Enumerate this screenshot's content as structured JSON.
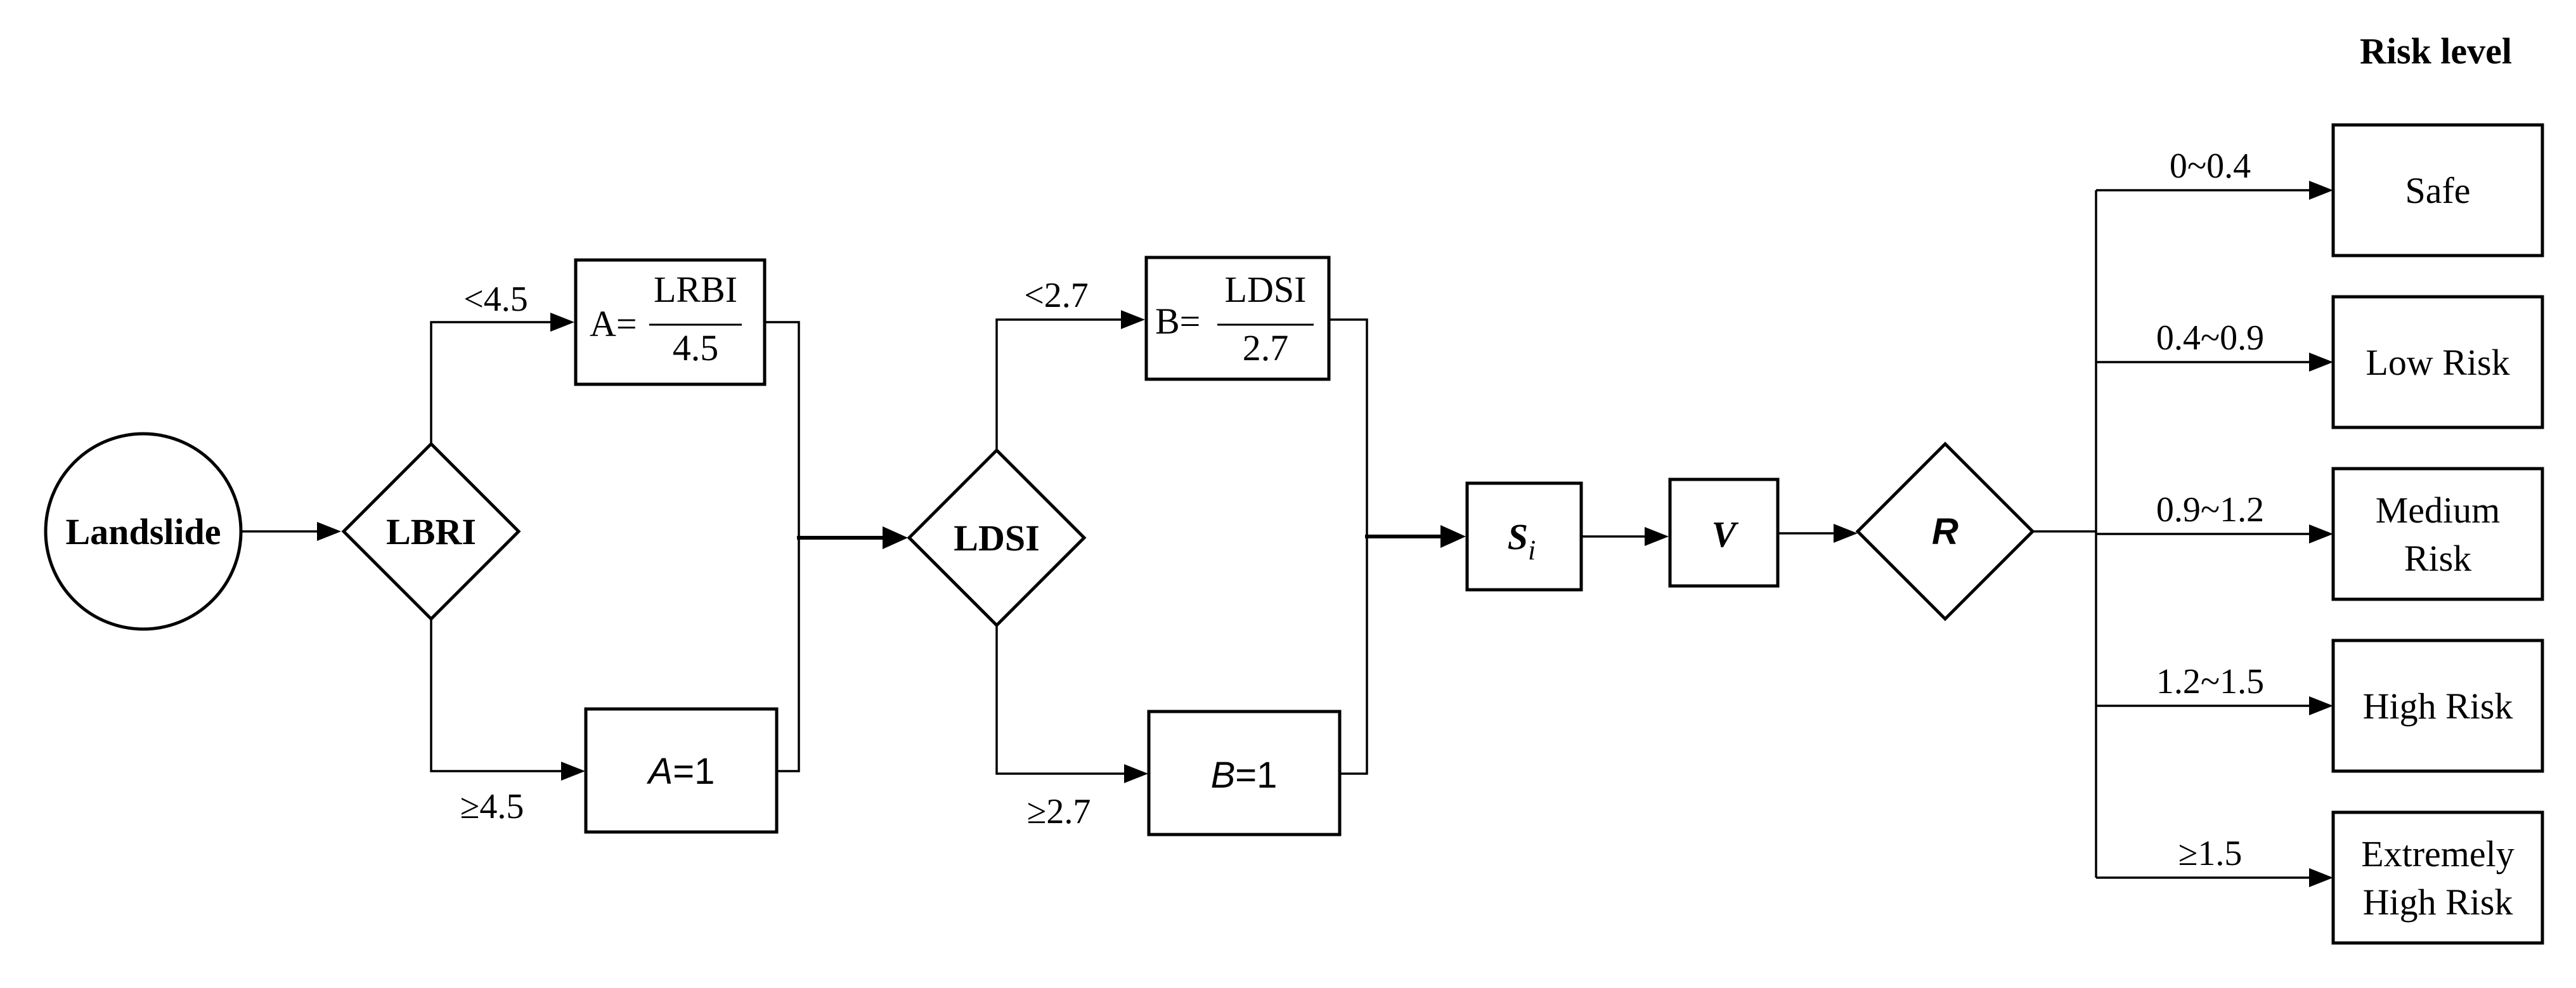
{
  "header": {
    "risk_level_title": "Risk level"
  },
  "nodes": {
    "landslide": "Landslide",
    "lbri": "LBRI",
    "ldsi": "LDSI",
    "si_base": "S",
    "si_sub": "i",
    "v": "V",
    "r": "R"
  },
  "formula_a": {
    "prefix": "A=",
    "numerator": "LRBI",
    "denominator": "4.5"
  },
  "formula_a_one": {
    "var": "A",
    "rest": "=1"
  },
  "formula_b": {
    "prefix": "B=",
    "numerator": "LDSI",
    "denominator": "2.7"
  },
  "formula_b_one": {
    "var": "B",
    "rest": "=1"
  },
  "branch_labels": {
    "lbri_low": "<4.5",
    "lbri_high": "≥4.5",
    "ldsi_low": "<2.7",
    "ldsi_high": "≥2.7"
  },
  "risk_levels": [
    {
      "range": "0~0.4",
      "lines": [
        "Safe"
      ]
    },
    {
      "range": "0.4~0.9",
      "lines": [
        "Low Risk"
      ]
    },
    {
      "range": "0.9~1.2",
      "lines": [
        "Medium",
        "Risk"
      ]
    },
    {
      "range": "1.2~1.5",
      "lines": [
        "High Risk"
      ]
    },
    {
      "range": "≥1.5",
      "lines": [
        "Extremely",
        "High Risk"
      ]
    }
  ]
}
